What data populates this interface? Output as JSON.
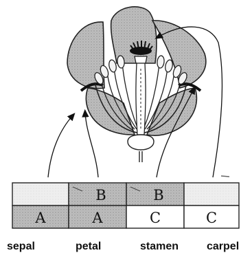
{
  "grid": {
    "top_row": [
      "",
      "B",
      "B",
      ""
    ],
    "bottom_row": [
      "A",
      "A",
      "C",
      "C"
    ]
  },
  "labels": [
    "sepal",
    "petal",
    "stamen",
    "carpel"
  ],
  "colors": {
    "shade": "#b9b9b9",
    "light_shade": "#e7e7e7",
    "ink": "#111111"
  }
}
